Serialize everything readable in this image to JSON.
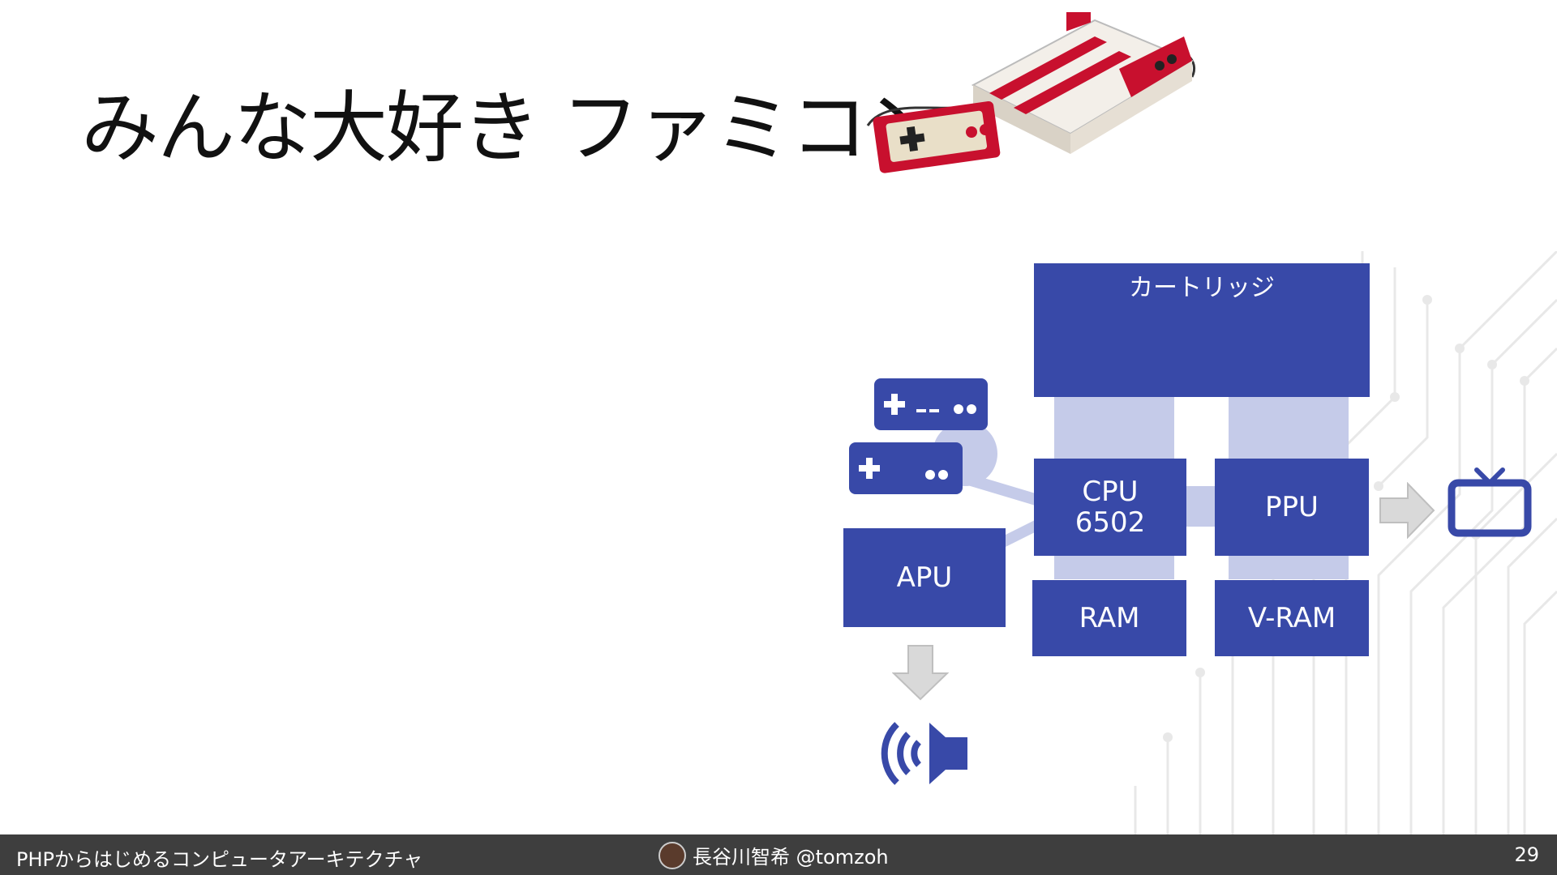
{
  "slide": {
    "title": "みんな大好き ファミコン",
    "page_number": "29"
  },
  "diagram": {
    "cartridge": "カートリッジ",
    "cpu_line1": "CPU",
    "cpu_line2": "6502",
    "ppu": "PPU",
    "apu": "APU",
    "ram": "RAM",
    "vram": "V-RAM"
  },
  "footer": {
    "presentation_title": "PHPからはじめるコンピュータアーキテクチャ",
    "author": "長谷川智希 @tomzoh"
  },
  "colors": {
    "block": "#3849a8",
    "connector": "#c5cbe9",
    "arrow": "#d9d9d9",
    "footer_bg": "#3e3e3e"
  },
  "icons": [
    "controller-icon",
    "speaker-icon",
    "tv-icon",
    "famicom-console-image",
    "circuit-pattern"
  ]
}
